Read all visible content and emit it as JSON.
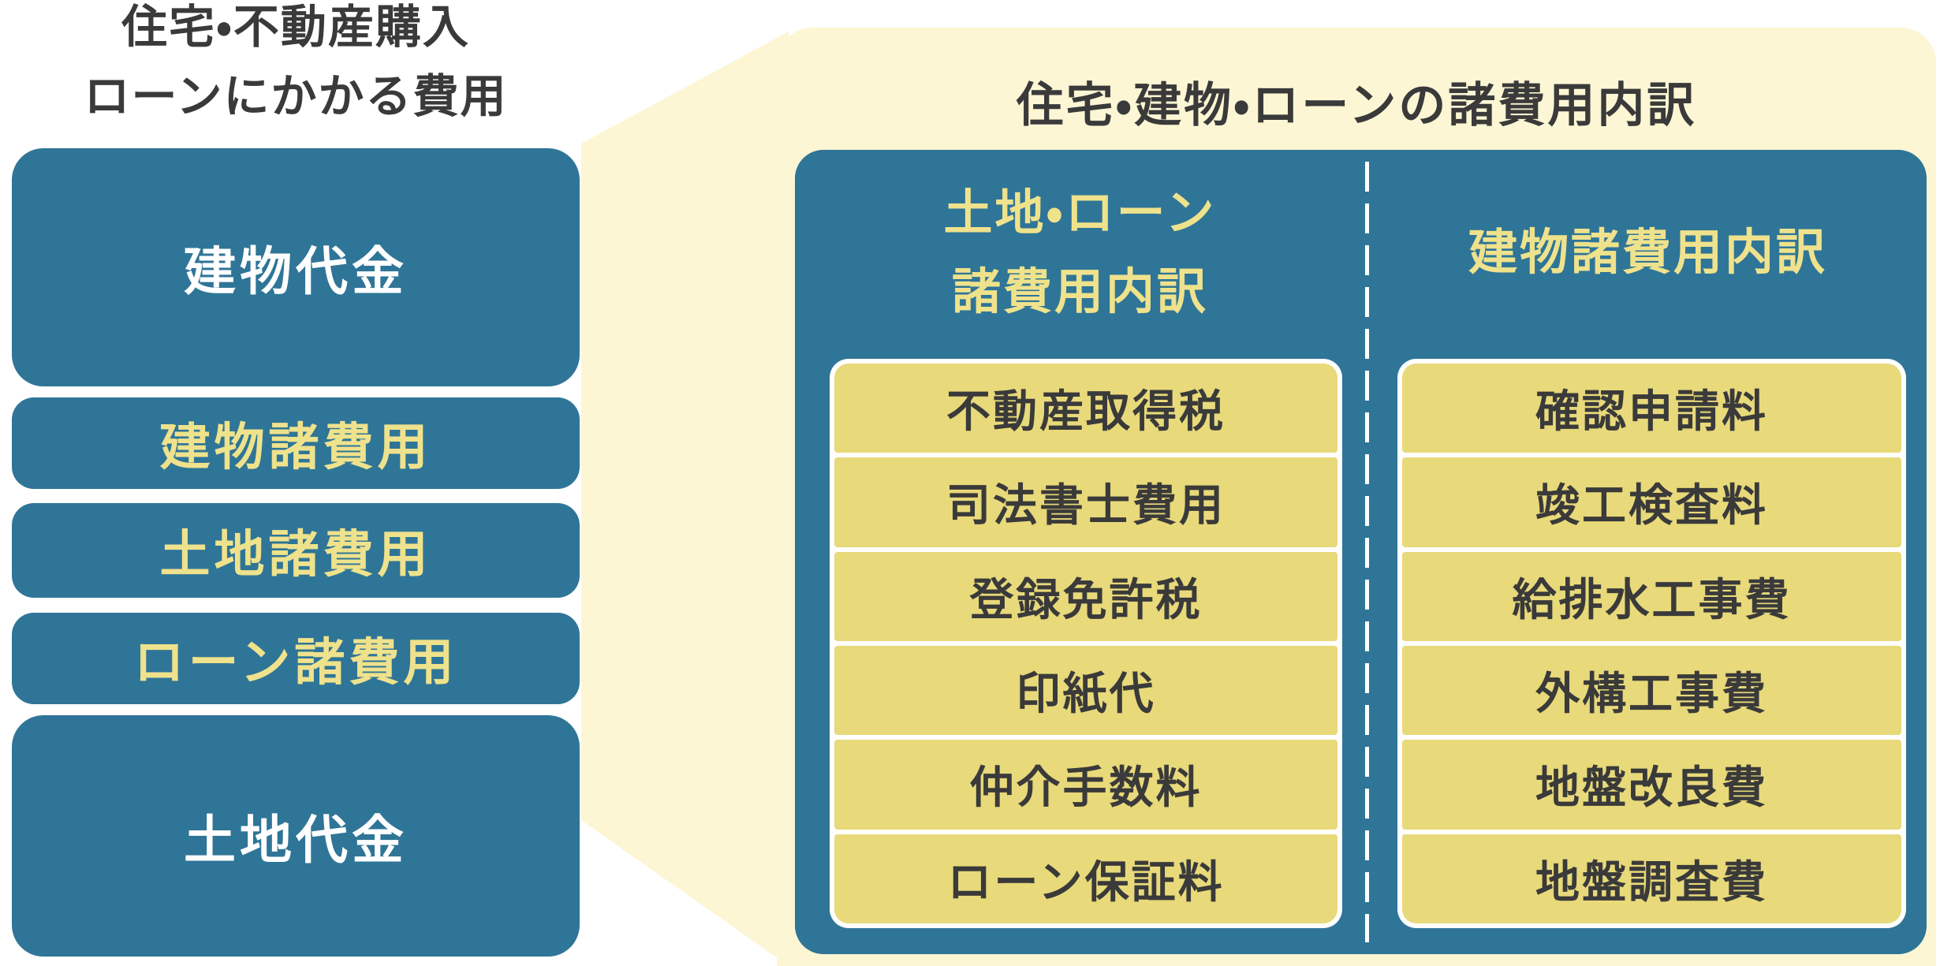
{
  "left_column": {
    "title_line1": "住宅・不動産購入",
    "title_line2": "ローンにかかる費用",
    "boxes": [
      {
        "label": "建物代金"
      },
      {
        "label": "建物諸費用"
      },
      {
        "label": "土地諸費用"
      },
      {
        "label": "ローン諸費用"
      },
      {
        "label": "土地代金"
      }
    ]
  },
  "right_panel": {
    "title": "住宅・建物・ローンの諸費用内訳",
    "columns": [
      {
        "header_line1": "土地・ローン",
        "header_line2": "諸費用内訳",
        "items": [
          "不動産取得税",
          "司法書士費用",
          "登録免許税",
          "印紙代",
          "仲介手数料",
          "ローン保証料"
        ]
      },
      {
        "header_line1": "建物諸費用内訳",
        "items": [
          "確認申請料",
          "竣工検査料",
          "給排水工事費",
          "外構工事費",
          "地盤改良費",
          "地盤調査費"
        ]
      }
    ]
  },
  "colors": {
    "blue": "#2f7597",
    "cream": "#fcf6d4",
    "cell_yellow": "#e8d97a",
    "text_yellow": "#efe28c",
    "text_dark": "#3a3a3a",
    "white": "#ffffff"
  }
}
